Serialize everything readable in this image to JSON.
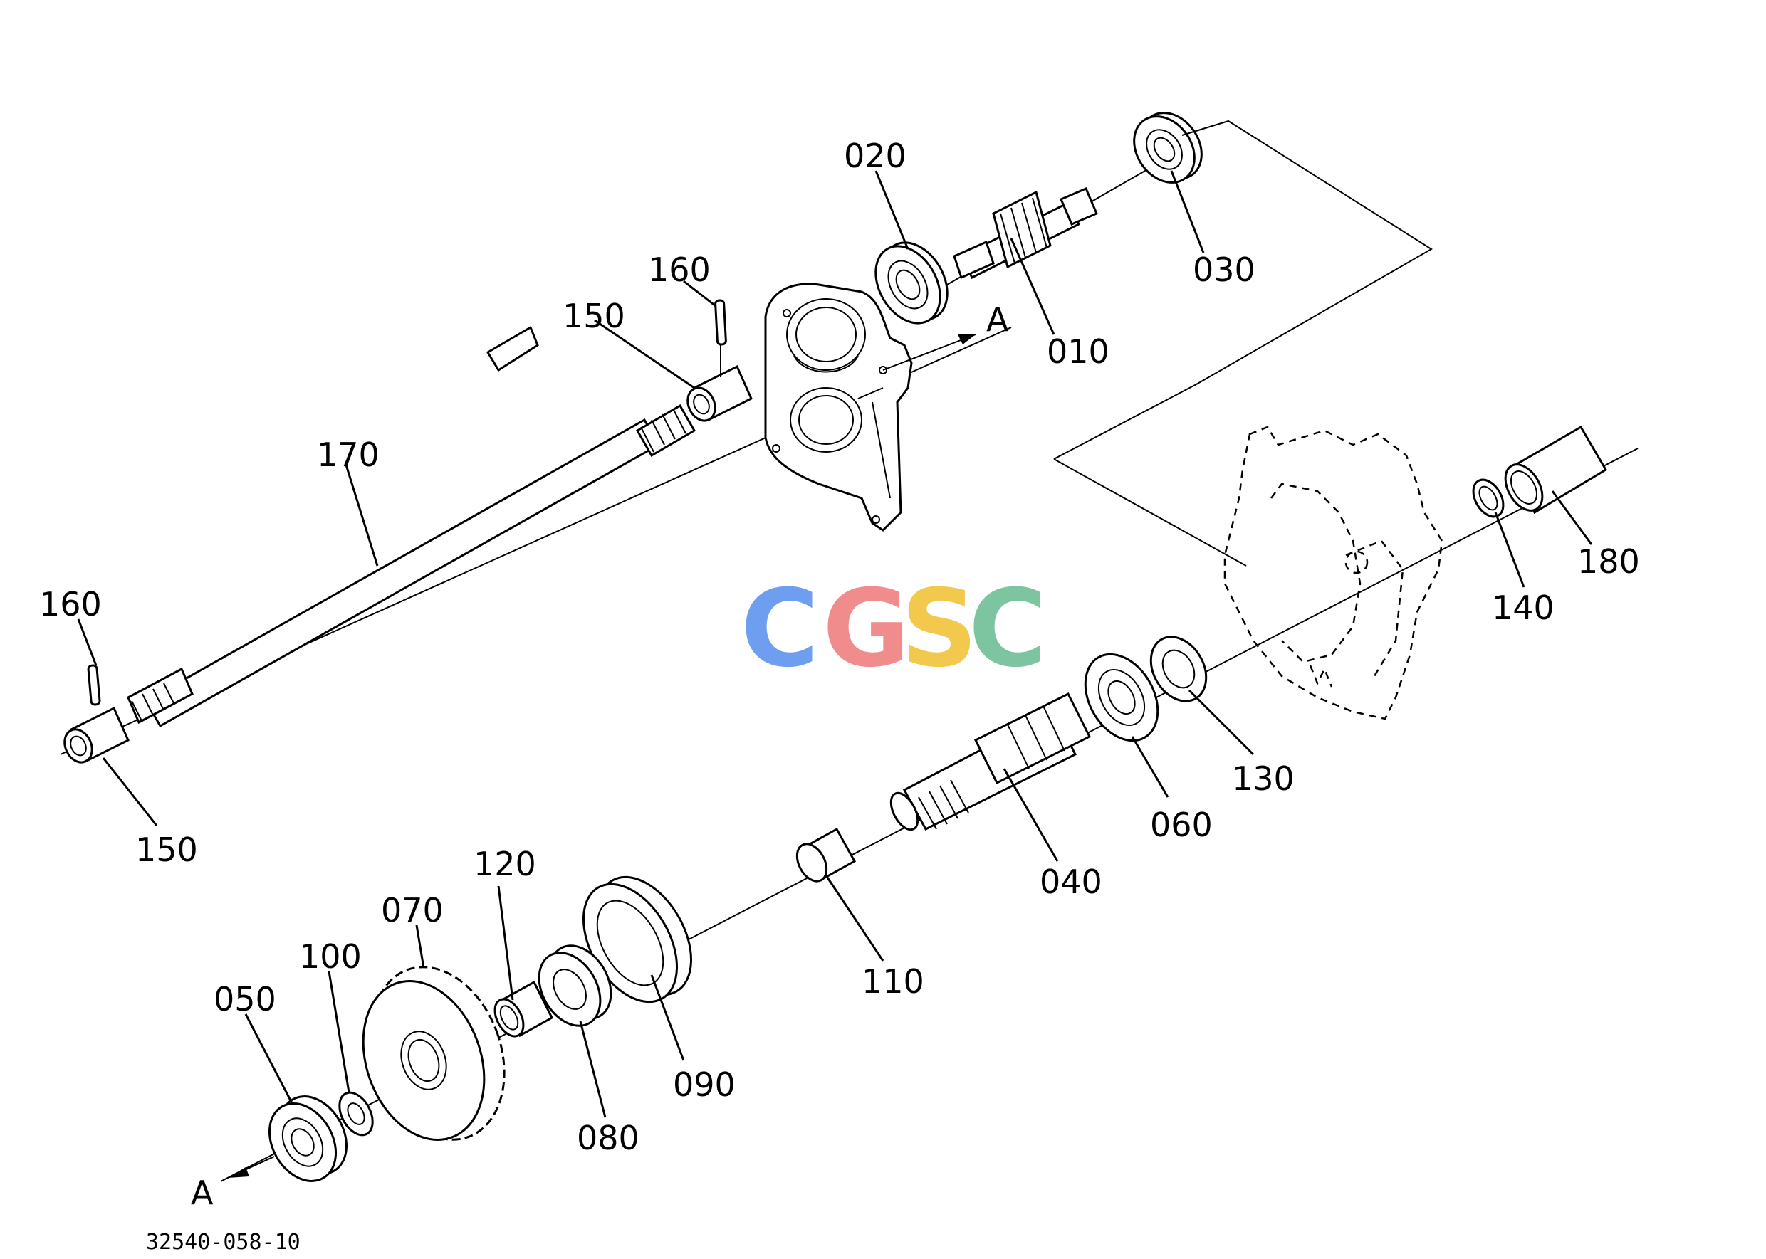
{
  "watermark": {
    "letters": [
      "C",
      "G",
      "S",
      "C"
    ],
    "colors": [
      "#6d9ef0",
      "#f08c8c",
      "#f2c94c",
      "#7cc5a0"
    ]
  },
  "parts": {
    "p010": "010",
    "p020": "020",
    "p030": "030",
    "p040": "040",
    "p050": "050",
    "p060": "060",
    "p070": "070",
    "p080": "080",
    "p090": "090",
    "p100": "100",
    "p110": "110",
    "p120": "120",
    "p130": "130",
    "p140": "140",
    "p150_top": "150",
    "p150_bottom": "150",
    "p160_top": "160",
    "p160_left": "160",
    "p170": "170",
    "p180": "180"
  },
  "view_marker": {
    "top": "A",
    "bottom": "A"
  },
  "drawing_number": "32540-058-10"
}
